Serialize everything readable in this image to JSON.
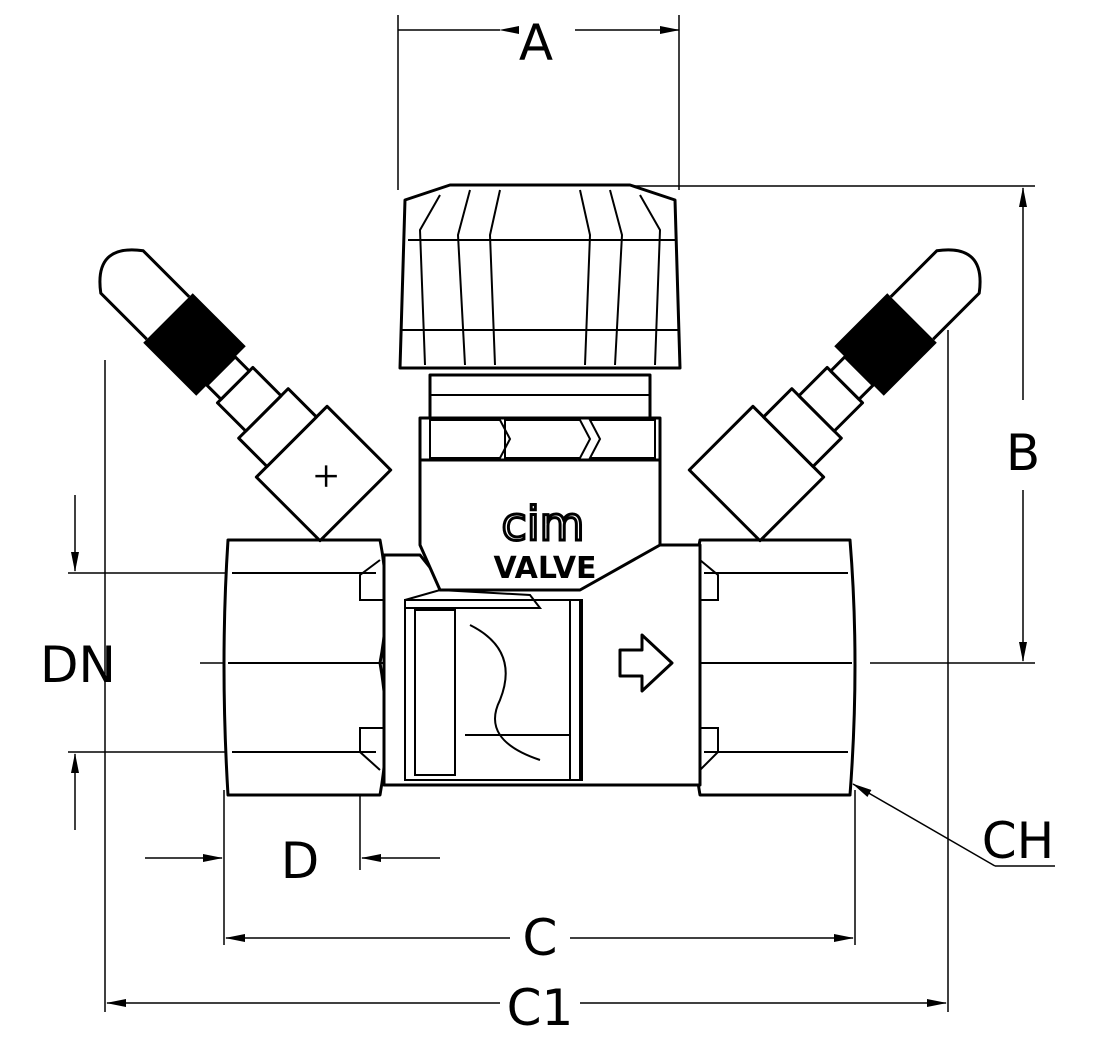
{
  "dimensions": {
    "a": "A",
    "b": "B",
    "c": "C",
    "c1": "C1",
    "d": "D",
    "dn": "DN",
    "ch": "CH"
  },
  "logo": {
    "brand": "cim",
    "product": "VALVE"
  },
  "colors": {
    "line": "#000000",
    "background": "#ffffff"
  }
}
